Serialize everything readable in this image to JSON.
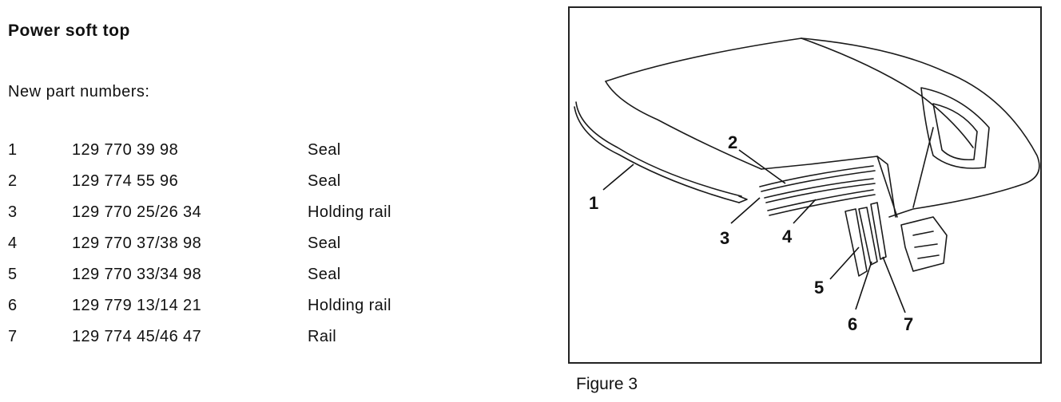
{
  "document": {
    "title": "Power soft top",
    "subtitle": "New part numbers:",
    "parts": [
      {
        "index": "1",
        "number": "129 770 39 98",
        "description": "Seal"
      },
      {
        "index": "2",
        "number": "129 774 55 96",
        "description": "Seal"
      },
      {
        "index": "3",
        "number": "129 770 25/26 34",
        "description": "Holding rail"
      },
      {
        "index": "4",
        "number": "129 770 37/38 98",
        "description": "Seal"
      },
      {
        "index": "5",
        "number": "129 770 33/34 98",
        "description": "Seal"
      },
      {
        "index": "6",
        "number": "129 779 13/14 21",
        "description": "Holding rail"
      },
      {
        "index": "7",
        "number": "129 774 45/46 47",
        "description": "Rail"
      }
    ]
  },
  "figure": {
    "caption": "Figure 3",
    "callouts": [
      "1",
      "2",
      "3",
      "4",
      "5",
      "6",
      "7"
    ]
  }
}
